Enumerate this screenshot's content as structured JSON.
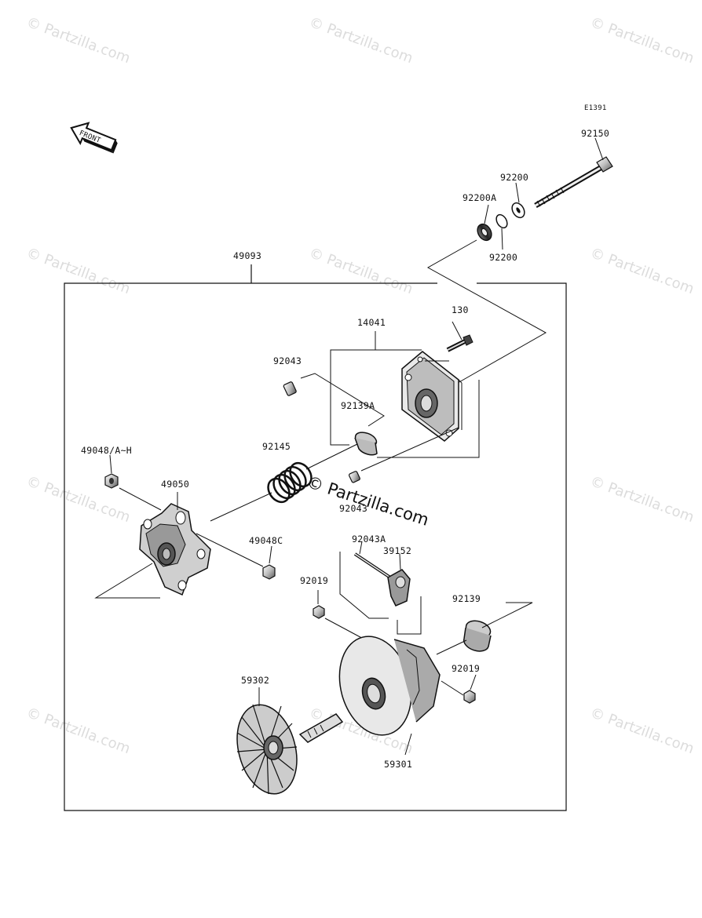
{
  "diagram_code": "E1391",
  "front_label": "FRONT",
  "watermark_text": "© Partzilla.com",
  "center_watermark": "© Partzilla.com",
  "parts": {
    "p92150": "92150",
    "p92200_top": "92200",
    "p92200A": "92200A",
    "p92200_bottom": "92200",
    "p49093": "49093",
    "p14041": "14041",
    "p130": "130",
    "p92043": "92043",
    "p92139A": "92139A",
    "p92145": "92145",
    "p49048AH": "49048/A~H",
    "p49050": "49050",
    "p92043_b": "92043",
    "p49048C": "49048C",
    "p92043A": "92043A",
    "p39152": "39152",
    "p92019_a": "92019",
    "p92139": "92139",
    "p92019_b": "92019",
    "p59302": "59302",
    "p59301": "59301"
  }
}
